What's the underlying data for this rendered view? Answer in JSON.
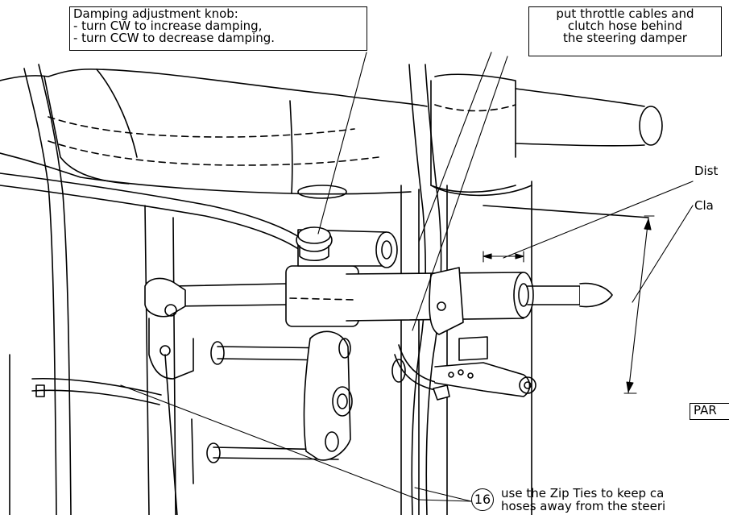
{
  "callouts": {
    "damping_title": "Damping adjustment knob:",
    "damping_cw": "- turn CW to increase damping,",
    "damping_ccw": "- turn CCW to decrease damping.",
    "throttle_line1": "put throttle cables and",
    "throttle_line2": "clutch hose behind",
    "throttle_line3": "the steering damper",
    "dist": "Dist",
    "cla": "Cla",
    "part": "PAR",
    "balloon": "16",
    "zip_line1": "use the Zip Ties to keep ca",
    "zip_line2": "hoses away from the steeri"
  },
  "colors": {
    "line": "#000000",
    "background": "#ffffff",
    "shade": "#e9e9e9"
  }
}
